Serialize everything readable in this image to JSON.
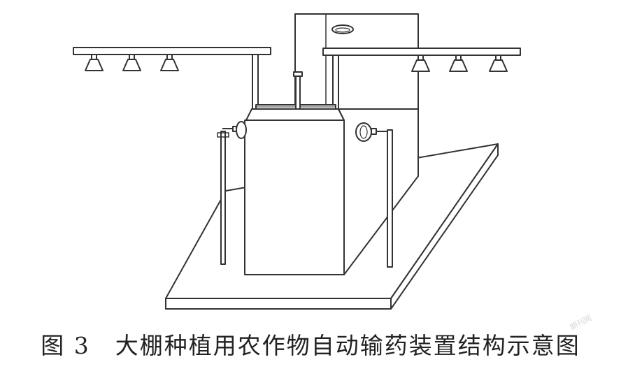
{
  "figure": {
    "caption_number": "图 3",
    "caption_text": "大棚种植用农作物自动输药装置结构示意图",
    "watermark": "期刊网"
  },
  "colors": {
    "stroke": "#333333",
    "fill": "#ffffff",
    "caption": "#222222"
  }
}
